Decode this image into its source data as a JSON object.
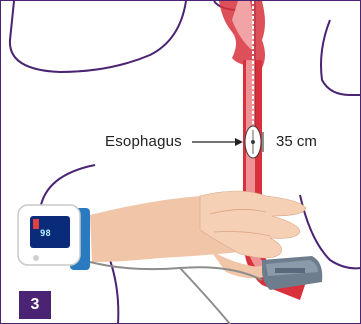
{
  "labels": {
    "esophagus": "Esophagus",
    "depth": "35 cm"
  },
  "panel_number": "3",
  "oximeter": {
    "reading": "98"
  },
  "colors": {
    "frame": "#4a2372",
    "esophagus_tube": "#d8313c",
    "tube_light": "#f2a3a6",
    "probe": "#ffffff",
    "skin": "#f1c6a8",
    "oximeter_body": "#ffffff",
    "oximeter_strap": "#2a7ac0",
    "oximeter_screen": "#0a2a7a",
    "finger_clip": "#6e7d8e"
  },
  "icons": [
    "esophageal-probe-icon",
    "hand-icon",
    "wrist-oximeter-icon",
    "finger-clip-sensor-icon"
  ]
}
